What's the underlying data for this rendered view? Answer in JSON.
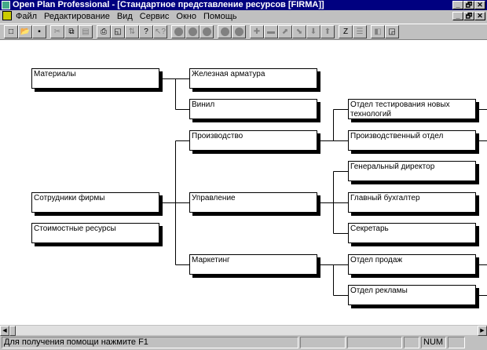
{
  "window": {
    "title": "Open Plan Professional - [Стандартное представление ресурсов [FIRMA]]",
    "minimize": "_",
    "restore": "🗗",
    "close": "✕"
  },
  "menu": [
    "Файл",
    "Редактирование",
    "Вид",
    "Сервис",
    "Окно",
    "Помощь"
  ],
  "toolbar": {
    "groups": [
      [
        {
          "icon": "new-icon",
          "g": "□"
        },
        {
          "icon": "open-icon",
          "g": "📂"
        },
        {
          "icon": "save-icon",
          "g": "▪"
        }
      ],
      [
        {
          "icon": "cut-icon",
          "g": "✂",
          "dis": true
        },
        {
          "icon": "copy-icon",
          "g": "⧉"
        },
        {
          "icon": "paste-icon",
          "g": "▤",
          "dis": true
        }
      ],
      [
        {
          "icon": "print-icon",
          "g": "⎙"
        },
        {
          "icon": "print-preview-icon",
          "g": "◱"
        },
        {
          "icon": "sort-icon",
          "g": "⇅",
          "dis": true
        },
        {
          "icon": "help-icon",
          "g": "?"
        },
        {
          "icon": "context-help-icon",
          "g": "↖?",
          "dis": true
        }
      ],
      [
        {
          "icon": "circle-icon",
          "c": true
        },
        {
          "icon": "circle-icon",
          "c": true
        },
        {
          "icon": "circle-icon",
          "c": true
        }
      ],
      [
        {
          "icon": "circle-icon",
          "c": true
        },
        {
          "icon": "circle-icon",
          "c": true
        }
      ],
      [
        {
          "icon": "add-icon",
          "g": "✚",
          "dis": true
        },
        {
          "icon": "remove-icon",
          "g": "▬",
          "dis": true
        },
        {
          "icon": "promote-icon",
          "g": "⬈",
          "dis": true
        },
        {
          "icon": "demote-icon",
          "g": "⬊",
          "dis": true
        },
        {
          "icon": "move-down-icon",
          "g": "⬇",
          "dis": true
        },
        {
          "icon": "move-up-icon",
          "g": "⬆",
          "dis": true
        }
      ],
      [
        {
          "icon": "sort-z-icon",
          "g": "Z"
        },
        {
          "icon": "layout-icon",
          "g": "☰",
          "dis": true
        }
      ],
      [
        {
          "icon": "collapse-icon",
          "g": "◧",
          "dis": true
        },
        {
          "icon": "expand-icon",
          "g": "◲"
        }
      ]
    ]
  },
  "chart": {
    "nodes": [
      {
        "id": "mat",
        "label": "Материалы",
        "col": 0,
        "row": 0
      },
      {
        "id": "staff",
        "label": "Сотрудники фирмы",
        "col": 0,
        "row": 4
      },
      {
        "id": "cost",
        "label": "Стоимостные ресурсы",
        "col": 0,
        "row": 5
      },
      {
        "id": "iron",
        "label": "Железная арматура",
        "col": 1,
        "row": 0,
        "parent": "mat"
      },
      {
        "id": "vinyl",
        "label": "Винил",
        "col": 1,
        "row": 1,
        "parent": "mat"
      },
      {
        "id": "prod",
        "label": "Производство",
        "col": 1,
        "row": 2,
        "parent": "staff"
      },
      {
        "id": "mgmt",
        "label": "Управление",
        "col": 1,
        "row": 4,
        "parent": "staff"
      },
      {
        "id": "mkt",
        "label": "Маркетинг",
        "col": 1,
        "row": 6,
        "parent": "staff"
      },
      {
        "id": "test",
        "label": "Отдел тестирования новых технологий",
        "col": 2,
        "row": 1,
        "parent": "prod",
        "more": true
      },
      {
        "id": "proddep",
        "label": "Производственный отдел",
        "col": 2,
        "row": 2,
        "parent": "prod",
        "more": true
      },
      {
        "id": "gd",
        "label": "Генеральный директор",
        "col": 2,
        "row": 3,
        "parent": "mgmt"
      },
      {
        "id": "acc",
        "label": "Главный бухгалтер",
        "col": 2,
        "row": 4,
        "parent": "mgmt"
      },
      {
        "id": "sec",
        "label": "Секретарь",
        "col": 2,
        "row": 5,
        "parent": "mgmt"
      },
      {
        "id": "sales",
        "label": "Отдел продаж",
        "col": 2,
        "row": 6,
        "parent": "mkt",
        "more": true
      },
      {
        "id": "adv",
        "label": "Отдел рекламы",
        "col": 2,
        "row": 7,
        "parent": "mkt",
        "more": true
      }
    ]
  },
  "status": {
    "message": "Для получения помощи нажмите F1",
    "num": "NUM"
  }
}
